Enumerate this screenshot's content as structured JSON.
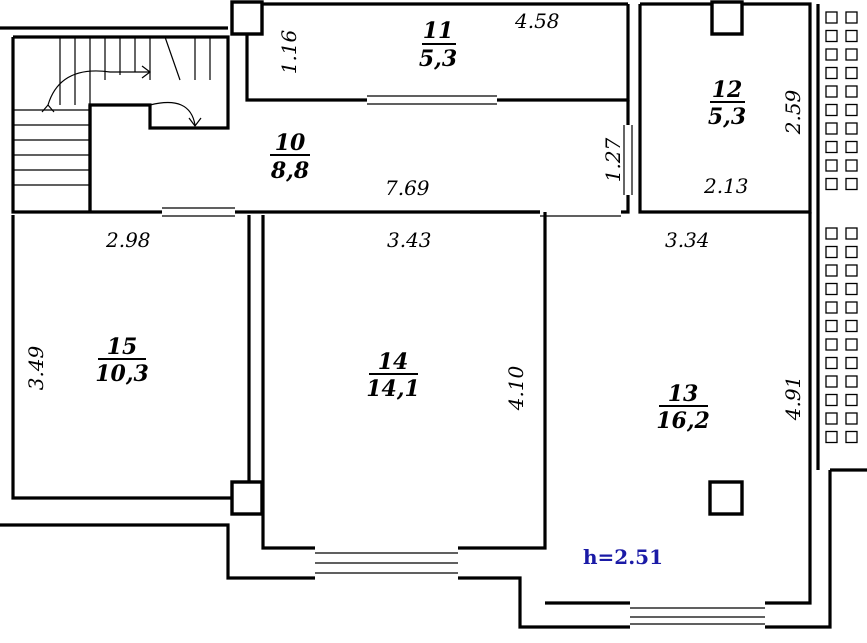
{
  "rooms": [
    {
      "id": "10",
      "number": "10",
      "area": "8,8"
    },
    {
      "id": "11",
      "number": "11",
      "area": "5,3"
    },
    {
      "id": "12",
      "number": "12",
      "area": "5,3"
    },
    {
      "id": "13",
      "number": "13",
      "area": "16,2"
    },
    {
      "id": "14",
      "number": "14",
      "area": "14,1"
    },
    {
      "id": "15",
      "number": "15",
      "area": "10,3"
    }
  ],
  "dimensions": {
    "room11_width": "4.58",
    "room11_depth": "1.16",
    "room12_depth": "2.59",
    "room12_width": "2.13",
    "room10_length": "7.69",
    "room10_depth": "1.27",
    "room15_width": "2.98",
    "room15_depth": "3.49",
    "room14_width": "3.43",
    "room14_depth": "4.10",
    "room13_width": "3.34",
    "room13_depth": "4.91"
  },
  "ceiling_height": {
    "label": "h=2.51",
    "color": "#1a1aa6"
  }
}
